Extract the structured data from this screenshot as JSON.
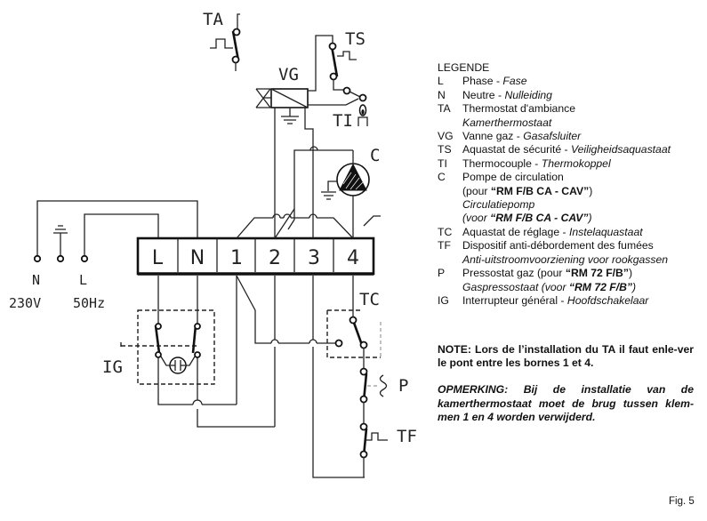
{
  "diagram": {
    "supply": {
      "n_label": "N",
      "l_label": "L",
      "voltage": "230V",
      "frequency": "50Hz"
    },
    "terminal_block": [
      "L",
      "N",
      "1",
      "2",
      "3",
      "4"
    ],
    "components": {
      "ta": "TA",
      "ts": "TS",
      "vg": "VG",
      "ti": "TI",
      "c": "C",
      "tc": "TC",
      "p": "P",
      "tf": "TF",
      "ig": "IG"
    }
  },
  "legend": {
    "title": "LEGENDE",
    "items": [
      {
        "code": "L",
        "fr": "Phase",
        "sep": " - ",
        "nl": "Fase"
      },
      {
        "code": "N",
        "fr": "Neutre",
        "sep": " - ",
        "nl": "Nulleiding"
      },
      {
        "code": "TA",
        "fr": "Thermostat d'ambiance",
        "sep": "",
        "nl": "Kamerthermostaat"
      },
      {
        "code": "VG",
        "fr": "Vanne gaz",
        "sep": " - ",
        "nl": "Gasafsluiter"
      },
      {
        "code": "TS",
        "fr": "Aquastat de sécurité",
        "sep": " - ",
        "nl": "Veiligheidsaquastaat"
      },
      {
        "code": "TI",
        "fr": "Thermocouple",
        "sep": " - ",
        "nl": "Thermokoppel"
      },
      {
        "code": "C",
        "fr": "Pompe de circulation",
        "fr2_pre": "(pour ",
        "fr2_model": "“RM F/B CA - CAV”",
        "fr2_post": ")",
        "nl": "Circulatiepomp",
        "nl2_pre": "(voor ",
        "nl2_model": "“RM F/B CA - CAV”",
        "nl2_post": ")"
      },
      {
        "code": "TC",
        "fr": "Aquastat de réglage",
        "sep": " - ",
        "nl": "Instelaquastaat"
      },
      {
        "code": "TF",
        "fr": "Dispositif anti-débordement des fumées",
        "nl": "Anti-uitstroomvoorziening voor rookgassen"
      },
      {
        "code": "P",
        "fr_pre": "Pressostat gaz (pour ",
        "fr_model": "“RM 72 F/B”",
        "fr_post": ")",
        "nl_pre": "Gaspressostaat (voor ",
        "nl_model": "“RM 72 F/B”",
        "nl_post": ")"
      },
      {
        "code": "IG",
        "fr": "Interrupteur général",
        "sep": " - ",
        "nl": "Hoofdschakelaar"
      }
    ]
  },
  "notes": {
    "fr": "NOTE: Lors de l’installation du TA il faut enle-ver le pont entre les bornes 1 et 4.",
    "nl": "OPMERKING: Bij de installatie van de kamerthermostaat moet de brug tussen klem-men 1 en 4 worden verwijderd."
  },
  "figure_label": "Fig. 5"
}
